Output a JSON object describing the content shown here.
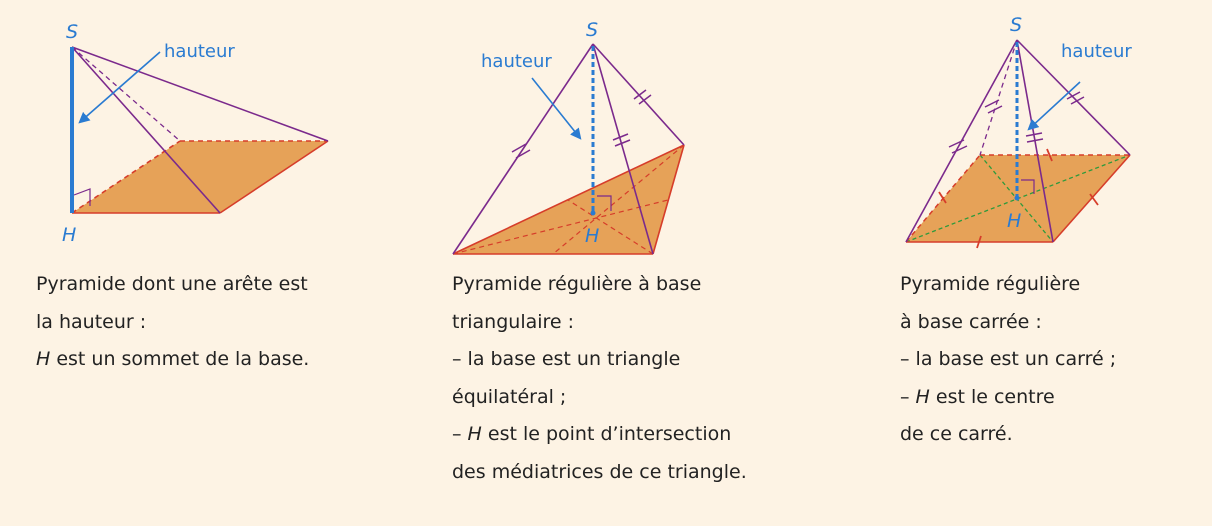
{
  "palette": {
    "background": "#fdf3e4",
    "base_fill": "#e6a258",
    "edge": "#7b2a8c",
    "dashed_red": "#d63d2a",
    "blue": "#2a7bd1",
    "green": "#2e9a3c"
  },
  "figures": [
    {
      "apex_label": "S",
      "foot_label": "H",
      "height_label": "hauteur",
      "caption": {
        "line1": "Pyramide dont une arête est",
        "line2": "la hauteur :",
        "line3_var": "H",
        "line3_rest": " est un sommet de la base."
      }
    },
    {
      "apex_label": "S",
      "foot_label": "H",
      "height_label": "hauteur",
      "caption": {
        "line1": "Pyramide régulière à base",
        "line2": "triangulaire :",
        "line3": "– la base est un triangle",
        "line4": "équilatéral ;",
        "line5_pre": "– ",
        "line5_var": "H",
        "line5_rest": " est le point d’intersection",
        "line6": "des médiatrices de ce triangle."
      }
    },
    {
      "apex_label": "S",
      "foot_label": "H",
      "height_label": "hauteur",
      "caption": {
        "line1": "Pyramide régulière",
        "line2": "à base carrée :",
        "line3": "– la base est un carré ;",
        "line4_pre": "– ",
        "line4_var": "H",
        "line4_rest": " est le centre",
        "line5": "de ce carré."
      }
    }
  ]
}
